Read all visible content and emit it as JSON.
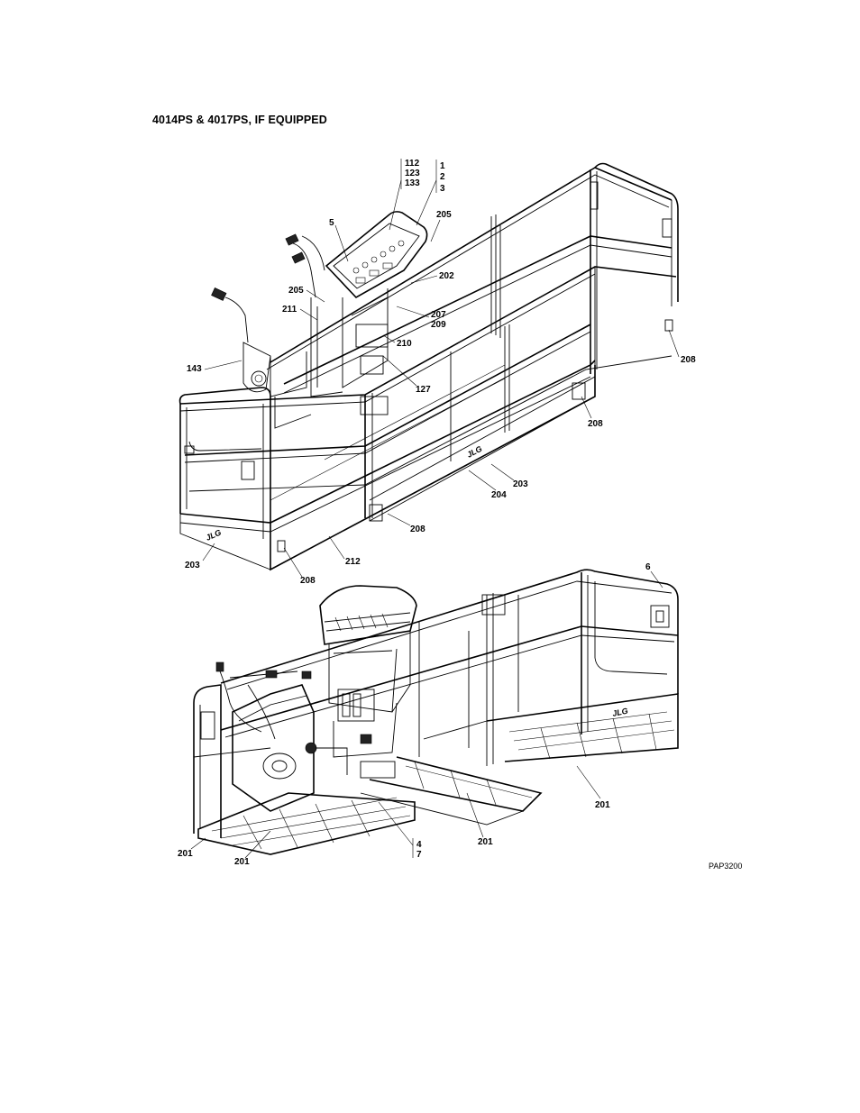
{
  "heading": "4014PS & 4017PS, IF EQUIPPED",
  "top_view": {
    "callouts": {
      "c112": "112",
      "c123": "123",
      "c133": "133",
      "c1": "1",
      "c2": "2",
      "c3": "3",
      "c5": "5",
      "c205a": "205",
      "c202": "202",
      "c205b": "205",
      "c211": "211",
      "c207": "207",
      "c209": "209",
      "c210": "210",
      "c143": "143",
      "c127": "127",
      "c208a": "208",
      "c208b": "208",
      "c203a": "203",
      "c204": "204",
      "c208c": "208",
      "c203b": "203",
      "c212": "212",
      "c208d": "208"
    }
  },
  "bottom_view": {
    "callouts": {
      "c6": "6",
      "c201a": "201",
      "c201b": "201",
      "c201c": "201",
      "c201d": "201",
      "c4": "4",
      "c7": "7"
    }
  },
  "drawing_ref": "PAP3200"
}
